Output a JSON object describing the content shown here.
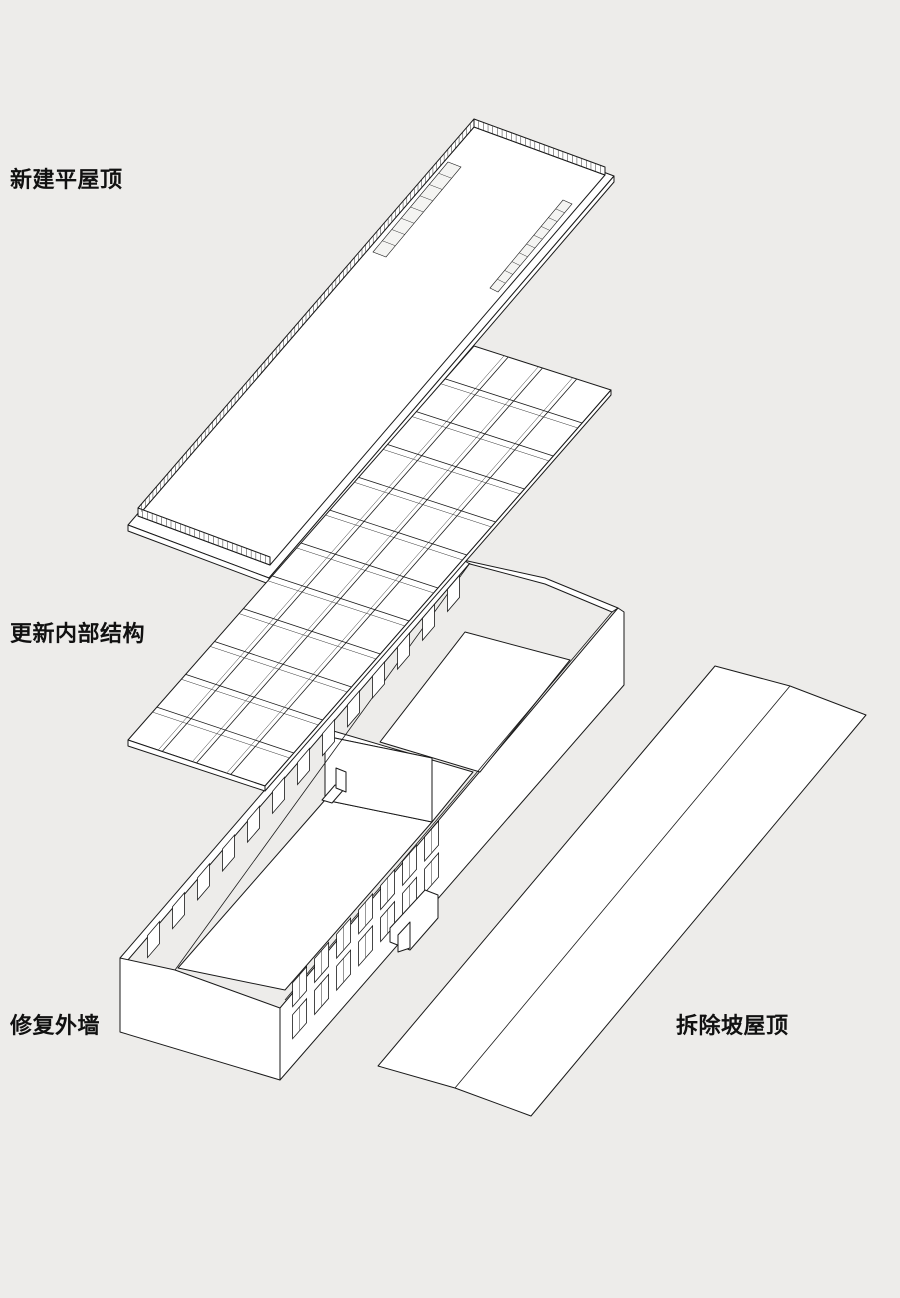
{
  "labels": {
    "new_flat_roof": "新建平屋顶",
    "update_structure": "更新内部结构",
    "repair_walls": "修复外墙",
    "remove_pitched_roof": "拆除坡屋顶"
  },
  "colors": {
    "background": "#edecea",
    "line": "#1a1a1a",
    "fill": "#ffffff"
  }
}
